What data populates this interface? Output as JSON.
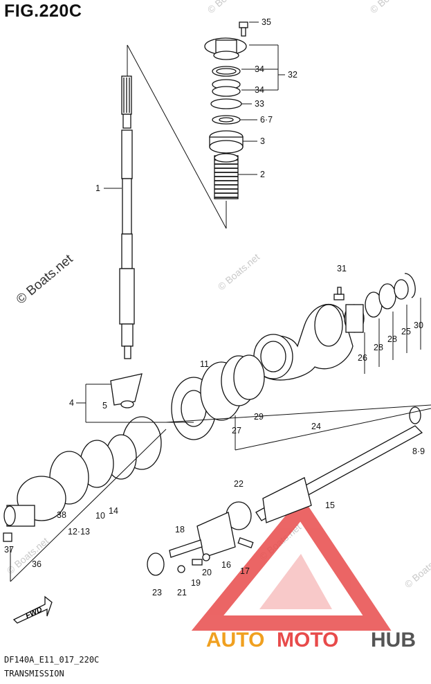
{
  "figure": {
    "title": "FIG.220C",
    "code": "DF140A_E11_017_220C",
    "caption": "TRANSMISSION"
  },
  "watermarks": {
    "main": "© Boats.net",
    "small": "© Boats.net"
  },
  "logo": {
    "part1": "AUTO",
    "part2": "MOTO",
    "part3": "HUB",
    "color_red": "#e84b4b",
    "color_orange": "#f0a020",
    "color_gray": "#555555"
  },
  "fwd_arrow": {
    "label": "FWD"
  },
  "part_labels": [
    {
      "id": "35",
      "text": "35"
    },
    {
      "id": "34a",
      "text": "34"
    },
    {
      "id": "32",
      "text": "32"
    },
    {
      "id": "34b",
      "text": "34"
    },
    {
      "id": "33",
      "text": "33"
    },
    {
      "id": "67",
      "text": "6·7"
    },
    {
      "id": "3",
      "text": "3"
    },
    {
      "id": "2",
      "text": "2"
    },
    {
      "id": "1",
      "text": "1"
    },
    {
      "id": "31",
      "text": "31"
    },
    {
      "id": "30",
      "text": "30"
    },
    {
      "id": "25",
      "text": "25"
    },
    {
      "id": "28a",
      "text": "28"
    },
    {
      "id": "28b",
      "text": "28"
    },
    {
      "id": "26",
      "text": "26"
    },
    {
      "id": "11",
      "text": "11"
    },
    {
      "id": "4",
      "text": "4"
    },
    {
      "id": "5",
      "text": "5"
    },
    {
      "id": "29",
      "text": "29"
    },
    {
      "id": "24",
      "text": "24"
    },
    {
      "id": "27",
      "text": "27"
    },
    {
      "id": "89",
      "text": "8·9"
    },
    {
      "id": "22",
      "text": "22"
    },
    {
      "id": "15",
      "text": "15"
    },
    {
      "id": "38",
      "text": "38"
    },
    {
      "id": "10",
      "text": "10"
    },
    {
      "id": "14",
      "text": "14"
    },
    {
      "id": "1213",
      "text": "12·13"
    },
    {
      "id": "18",
      "text": "18"
    },
    {
      "id": "37",
      "text": "37"
    },
    {
      "id": "36",
      "text": "36"
    },
    {
      "id": "16",
      "text": "16"
    },
    {
      "id": "17",
      "text": "17"
    },
    {
      "id": "20",
      "text": "20"
    },
    {
      "id": "19",
      "text": "19"
    },
    {
      "id": "21",
      "text": "21"
    },
    {
      "id": "23",
      "text": "23"
    }
  ]
}
